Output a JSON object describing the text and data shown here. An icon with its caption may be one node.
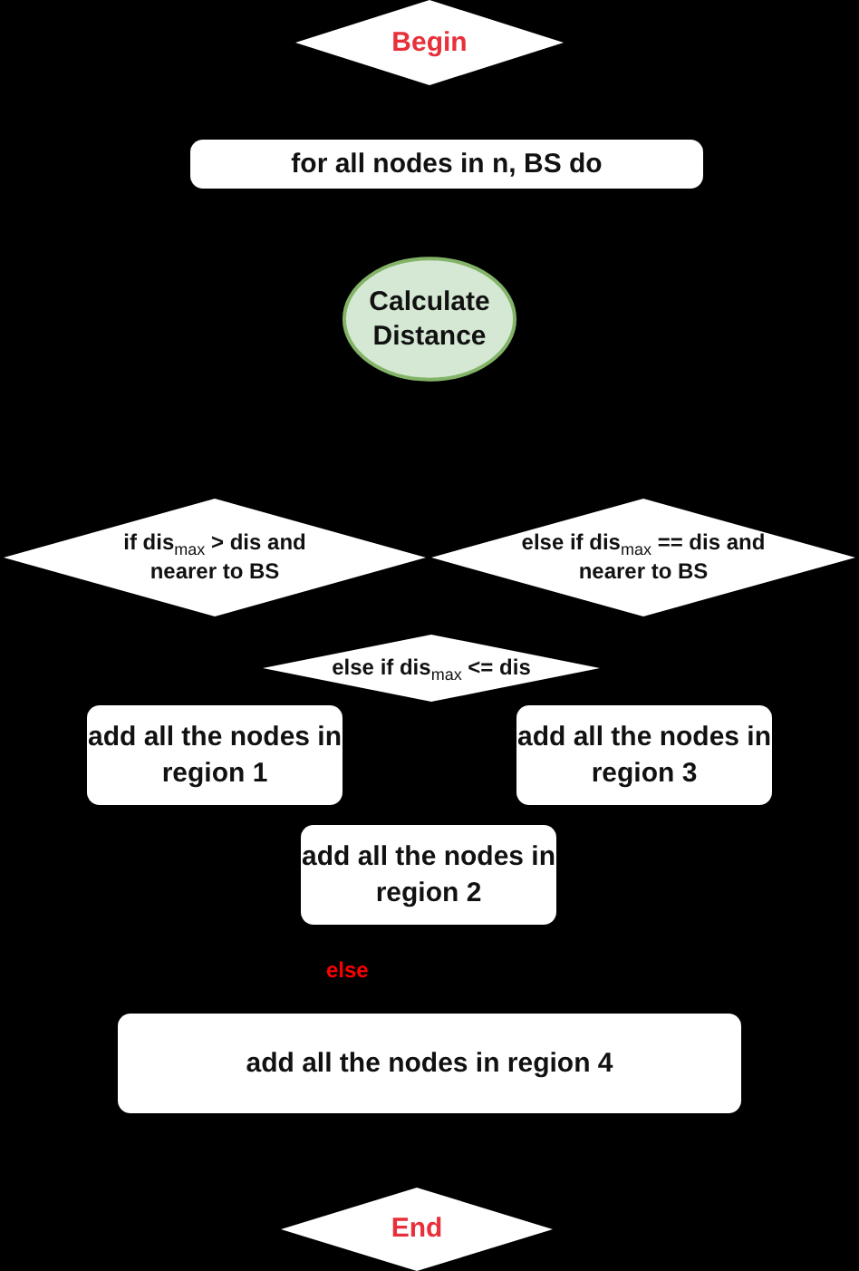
{
  "diagram": {
    "nodes": [
      {
        "text": [
          "Begin"
        ]
      },
      {
        "text": [
          "for all nodes in n, BS do"
        ]
      },
      {
        "text": [
          "Calculate Distance"
        ]
      },
      {
        "text": [
          "if dis$_{max}$ > dis and nearer to BS"
        ]
      },
      {
        "text": [
          "else if dis$_{max}$ == dis and nearer to BS"
        ]
      },
      {
        "text": [
          "else if dis$_{max}$ <= dis"
        ]
      },
      {
        "text": [
          "add all the nodes in region 1"
        ]
      },
      {
        "text": [
          "add all the nodes in region 3"
        ]
      },
      {
        "text": [
          "add all the nodes in region 2"
        ]
      },
      {
        "text": [
          "add all the nodes in region 4"
        ]
      },
      {
        "text": [
          "End"
        ]
      }
    ],
    "labels": [
      "else"
    ]
  }
}
